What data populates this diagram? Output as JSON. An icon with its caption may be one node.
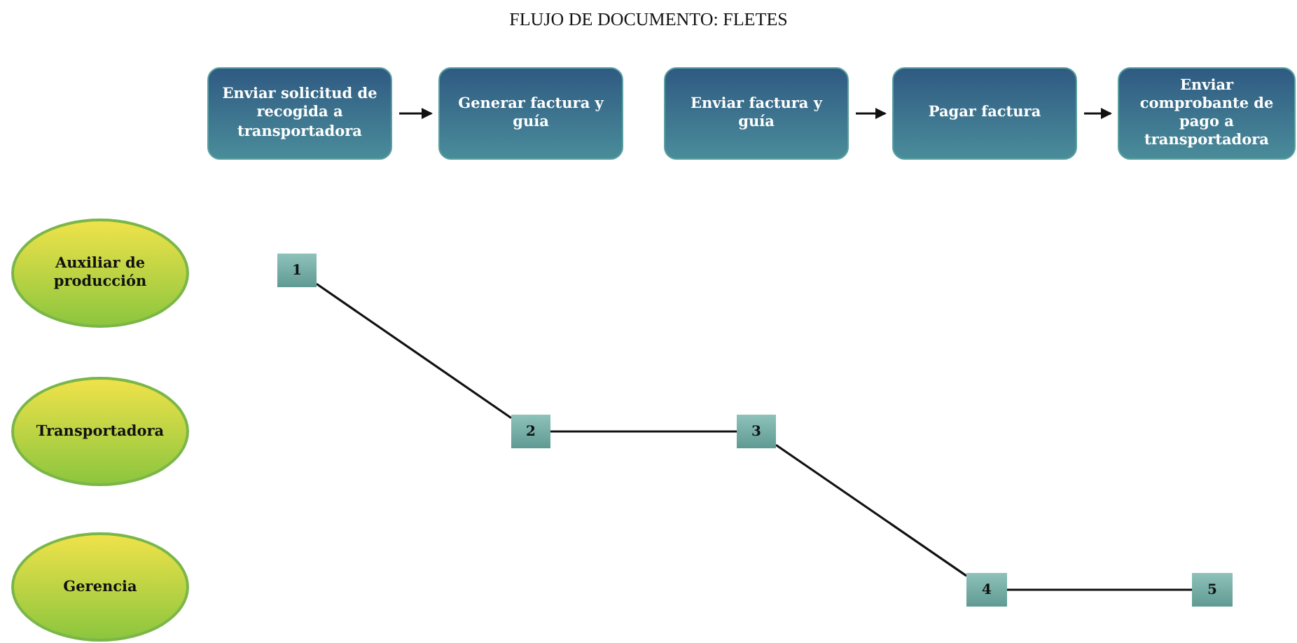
{
  "diagram": {
    "title": "FLUJO DE DOCUMENTO: FLETES",
    "nodes": [
      {
        "text": [
          "Enviar solicitud de recogida a transportadora"
        ]
      },
      {
        "text": [
          "Generar factura y guía"
        ]
      },
      {
        "text": [
          "Enviar factura y guía"
        ]
      },
      {
        "text": [
          "Pagar factura"
        ]
      },
      {
        "text": [
          "Enviar comprobante de pago a transportadora"
        ]
      },
      {
        "text": [
          "Auxiliar de producción"
        ]
      },
      {
        "text": [
          "Transportadora"
        ]
      },
      {
        "text": [
          "Gerencia"
        ]
      },
      {
        "text": [
          "1"
        ]
      },
      {
        "text": [
          "2"
        ]
      },
      {
        "text": [
          "3"
        ]
      },
      {
        "text": [
          "4"
        ]
      },
      {
        "text": [
          "5"
        ]
      }
    ],
    "edges": [
      {
        "from": 0,
        "to": 1,
        "arrow": "to"
      },
      {
        "from": 2,
        "to": 3,
        "arrow": "to"
      },
      {
        "from": 3,
        "to": 4,
        "arrow": "to"
      },
      {
        "from": 8,
        "to": 9,
        "arrow": "none"
      },
      {
        "from": 9,
        "to": 10,
        "arrow": "none"
      },
      {
        "from": 10,
        "to": 11,
        "arrow": "none"
      },
      {
        "from": 11,
        "to": 12,
        "arrow": "none"
      }
    ]
  }
}
